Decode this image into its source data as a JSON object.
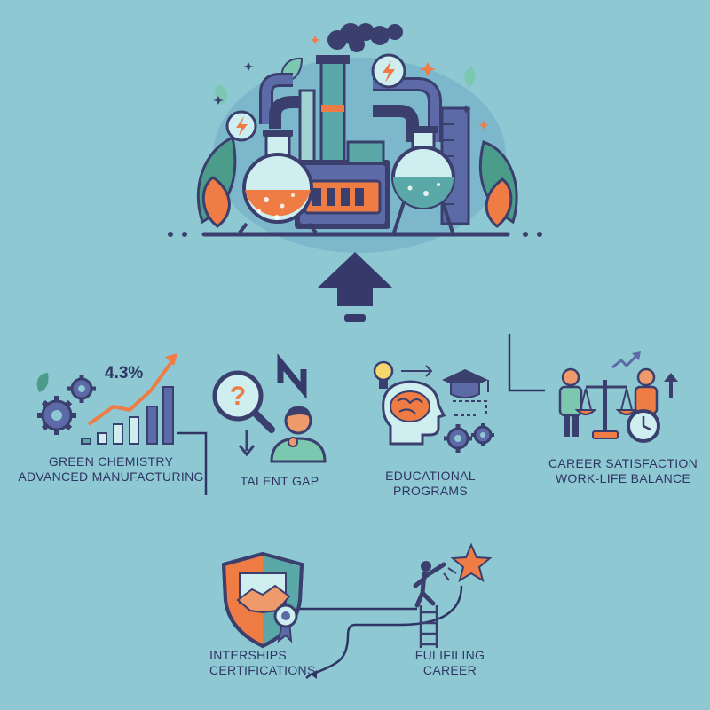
{
  "growth": {
    "percent": "4.3%",
    "label_line1": "GREEN CHEMISTRY",
    "label_line2": "ADVANCED MANUFACTURING"
  },
  "talent": {
    "label": "TALENT GAP"
  },
  "education": {
    "label_line1": "EDUCATIONAL",
    "label_line2": "PROGRAMS"
  },
  "career": {
    "label_line1": "CAREER SATISFACTION",
    "label_line2": "WORK-LIFE BALANCE"
  },
  "internships": {
    "label_line1": "INTERSHIPS",
    "label_line2": "CERTIFICATIONS"
  },
  "fulfilling": {
    "label_line1": "FULIFILING",
    "label_line2": "CAREER"
  },
  "colors": {
    "background": "#8ec8d3",
    "navy": "#3b3f6e",
    "orange": "#ef7b45",
    "teal": "#5aa8a8",
    "green": "#4c9c8c"
  }
}
